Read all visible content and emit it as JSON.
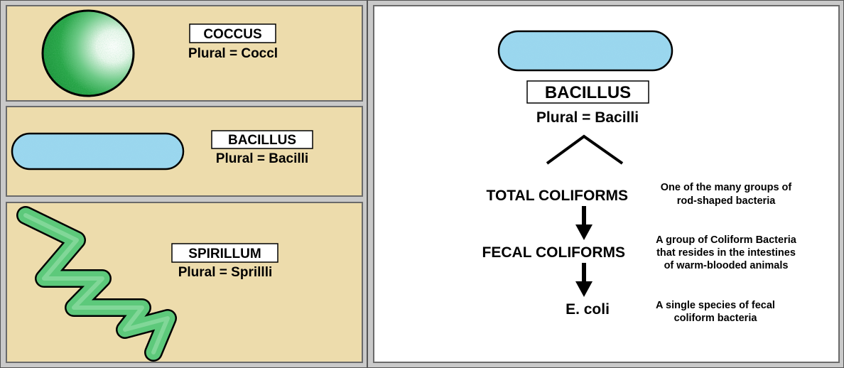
{
  "panels": {
    "coccus": {
      "name": "COCCUS",
      "plural": "Plural = Coccl"
    },
    "bacillus": {
      "name": "BACILLUS",
      "plural": "Plural = Bacilli"
    },
    "spirillum": {
      "name": "SPIRILLUM",
      "plural": "Plural = Sprillli"
    }
  },
  "detail": {
    "title": "BACILLUS",
    "plural": "Plural = Bacilli",
    "hierarchy": [
      {
        "term": "TOTAL COLIFORMS",
        "description": [
          "One of the many groups of",
          "rod-shaped bacteria"
        ]
      },
      {
        "term": "FECAL COLIFORMS",
        "description": [
          "A group of Coliform Bacteria",
          "that resides in the intestines",
          "of warm-blooded animals"
        ]
      },
      {
        "term": "E. coli",
        "description": [
          "A single species of fecal",
          "coliform bacteria"
        ]
      }
    ]
  },
  "colors": {
    "panel_tan": "#eddcac",
    "coccus_green": "#2aa84a",
    "bacillus_blue": "#8fd0ea",
    "spirillum_green": "#5cc878",
    "outline": "#000000"
  }
}
